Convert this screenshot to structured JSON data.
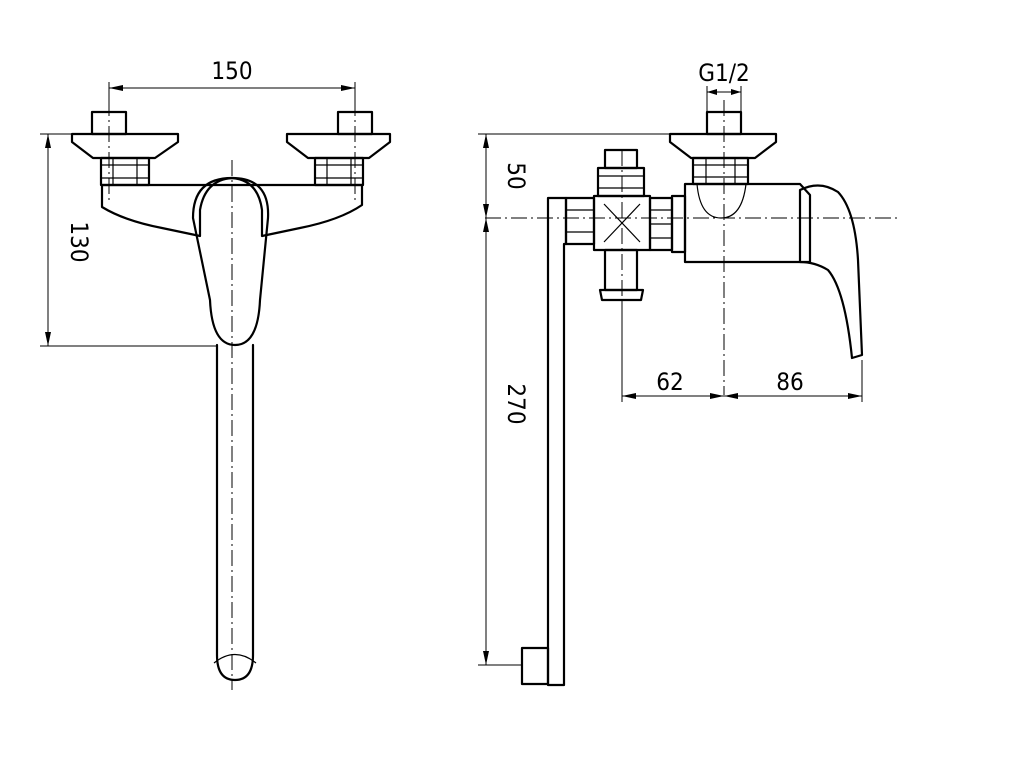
{
  "dimensions": {
    "front_width": "150",
    "front_height": "130",
    "thread": "G1/2",
    "side_top": "50",
    "side_spout": "270",
    "side_depth_diverter": "62",
    "side_depth_handle": "86"
  }
}
